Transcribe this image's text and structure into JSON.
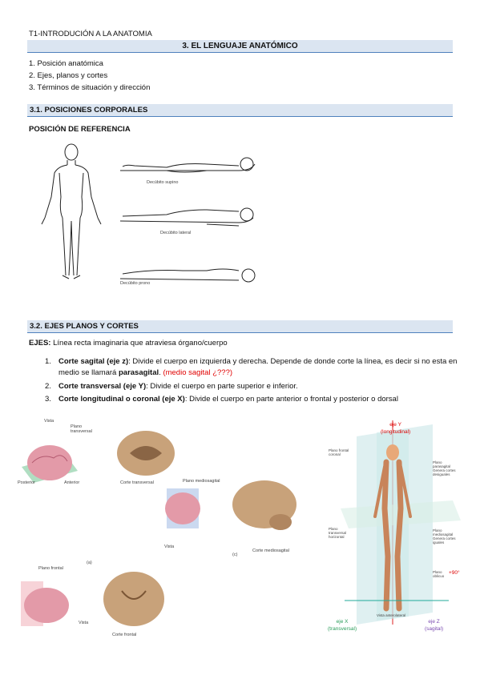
{
  "header": "T1-INTRODUCIÓN A LA ANATOMIA",
  "title": "3. EL LENGUAJE ANATÓMICO",
  "toc": [
    "1. Posición anatómica",
    "2. Ejes, planos y cortes",
    "3. Términos de situación y dirección"
  ],
  "sec31": {
    "heading": "3.1. POSICIONES CORPORALES",
    "sub": "POSICIÓN DE REFERENCIA",
    "labels": [
      "Decúbito supino",
      "Decúbito lateral",
      "Decúbito prono"
    ]
  },
  "sec32": {
    "heading": "3.2. EJES PLANOS Y CORTES",
    "ejes_label": "EJES:",
    "ejes_text": " Línea recta imaginaria que atraviesa órgano/cuerpo",
    "items": [
      {
        "num": "1.",
        "bold": "Corte sagital (eje z)",
        "text": ": Divide el cuerpo en izquierda y derecha. Depende de donde corte la línea, es decir si no esta en medio se llamará ",
        "bold2": "parasagital",
        "text2": ". ",
        "red": "(medio sagital ¿???)"
      },
      {
        "num": "2.",
        "bold": "Corte transversal (eje Y)",
        "text": ": Divide el cuerpo en parte superior e inferior."
      },
      {
        "num": "3.",
        "bold": "Corte longitudinal o coronal (eje X)",
        "text": ": Divide el cuerpo en parte anterior o frontal y posterior o dorsal"
      }
    ]
  },
  "fig": {
    "vista": "Vista",
    "plano_transversal": "Plano transversal",
    "posterior": "Posterior",
    "anterior": "Anterior",
    "corte_transversal": "Corte transversal",
    "plano_mediosagital": "Plano mediosagital",
    "corte_mediosagital": "Corte mediosagital",
    "plano_frontal": "Plano frontal",
    "corte_frontal": "Corte frontal",
    "a": "(a)",
    "c": "(c)",
    "eje_y": "eje Y",
    "eje_y_sub": "(longitudinal)",
    "eje_x": "eje X",
    "eje_x_sub": "(transversal)",
    "eje_z": "eje Z",
    "eje_z_sub": "(sagital)",
    "plus90": "+90°",
    "r_plano_frontal": "Plano frontal coronal",
    "r_parasagital": "Plano parasagital Genera cortes desiguales",
    "r_transversal": "Plano transversal horizontal",
    "r_mediosagital": "Plano mediosagital Genera cortes iguales",
    "r_oblicuo": "Plano oblicuo",
    "r_vista": "Vista anterolateral"
  }
}
